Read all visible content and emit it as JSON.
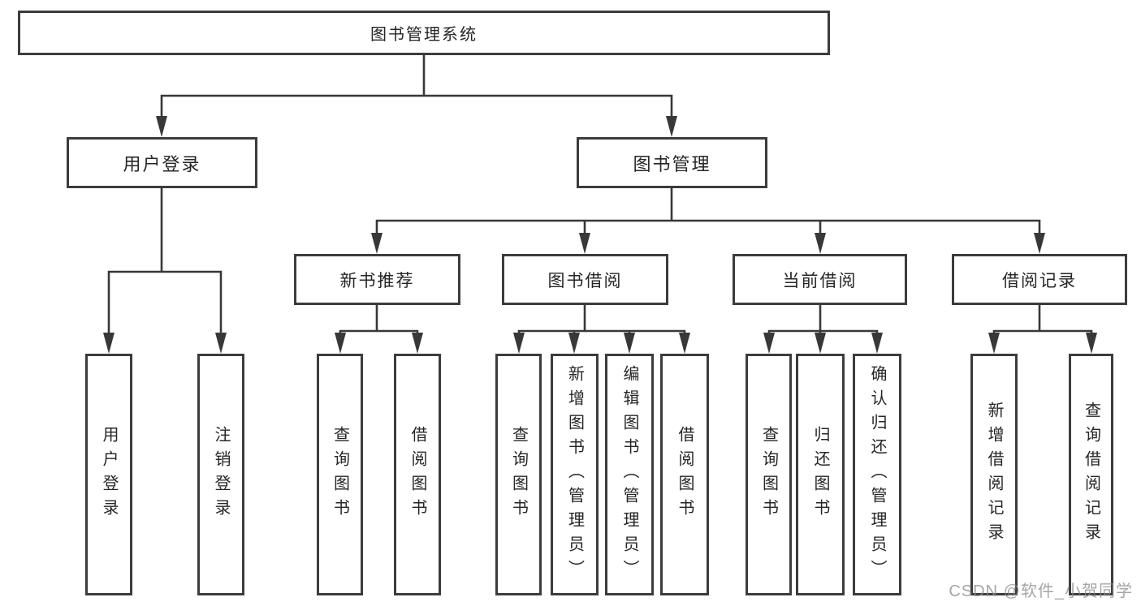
{
  "diagram_type": "hierarchy-tree",
  "colors": {
    "background": "#ffffff",
    "line": "#383838",
    "box_border": "#3c3c3c",
    "text": "#262626",
    "watermark": "#8f8f8f"
  },
  "tree": {
    "label": "图书管理系统",
    "children": [
      {
        "label": "用户登录",
        "children": [
          {
            "label": "用户登录"
          },
          {
            "label": "注销登录"
          }
        ]
      },
      {
        "label": "图书管理",
        "children": [
          {
            "label": "新书推荐",
            "children": [
              {
                "label": "查询图书"
              },
              {
                "label": "借阅图书"
              }
            ]
          },
          {
            "label": "图书借阅",
            "children": [
              {
                "label": "查询图书"
              },
              {
                "label": "新增图书（管理员）"
              },
              {
                "label": "编辑图书（管理员）"
              },
              {
                "label": "借阅图书"
              }
            ]
          },
          {
            "label": "当前借阅",
            "children": [
              {
                "label": "查询图书"
              },
              {
                "label": "归还图书"
              },
              {
                "label": "确认归还（管理员）"
              }
            ]
          },
          {
            "label": "借阅记录",
            "children": [
              {
                "label": "新增借阅记录"
              },
              {
                "label": "查询借阅记录"
              }
            ]
          }
        ]
      }
    ]
  },
  "watermark": "CSDN @软件_小贺同学"
}
